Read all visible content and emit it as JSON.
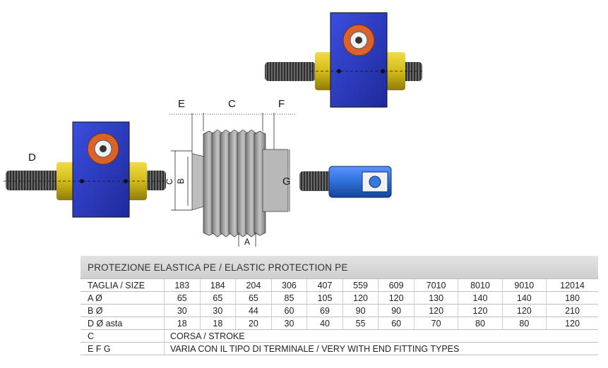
{
  "labels": {
    "D": "D",
    "E": "E",
    "C": "C",
    "F": "F",
    "G": "G",
    "B": "B",
    "C_vertical": "C",
    "A": "A"
  },
  "colors": {
    "housing_blue": "#2f3fc8",
    "brass": "#d9c21c",
    "flange_orange": "#d9632a",
    "thread_grey": "#4a4a4a",
    "bellows_grey": "#9a9a9a",
    "terminal_blue": "#2e6fd8"
  },
  "table": {
    "title_it": "PROTEZIONE ELASTICA PE / ",
    "title_en": "ELASTIC PROTECTION PE",
    "size_label_it": "TAGLIA / ",
    "size_label_en": "SIZE",
    "sizes": [
      "183",
      "184",
      "204",
      "306",
      "407",
      "559",
      "609",
      "7010",
      "8010",
      "9010",
      "12014"
    ],
    "rows": [
      {
        "label": "A Ø",
        "values": [
          "65",
          "65",
          "65",
          "85",
          "105",
          "120",
          "120",
          "130",
          "140",
          "140",
          "180"
        ]
      },
      {
        "label": "B Ø",
        "values": [
          "30",
          "30",
          "44",
          "60",
          "69",
          "90",
          "90",
          "120",
          "120",
          "120",
          "210"
        ]
      },
      {
        "label": "D Ø asta",
        "values": [
          "18",
          "18",
          "20",
          "30",
          "40",
          "55",
          "60",
          "70",
          "80",
          "80",
          "120"
        ]
      }
    ],
    "corsa": {
      "label": "C",
      "text_it": "CORSA / ",
      "text_en": "STROKE"
    },
    "efg": {
      "label": "E F G",
      "text_it": "VARIA CON IL TIPO DI TERMINALE / ",
      "text_en": "VERY WITH END FITTING TYPES"
    }
  }
}
